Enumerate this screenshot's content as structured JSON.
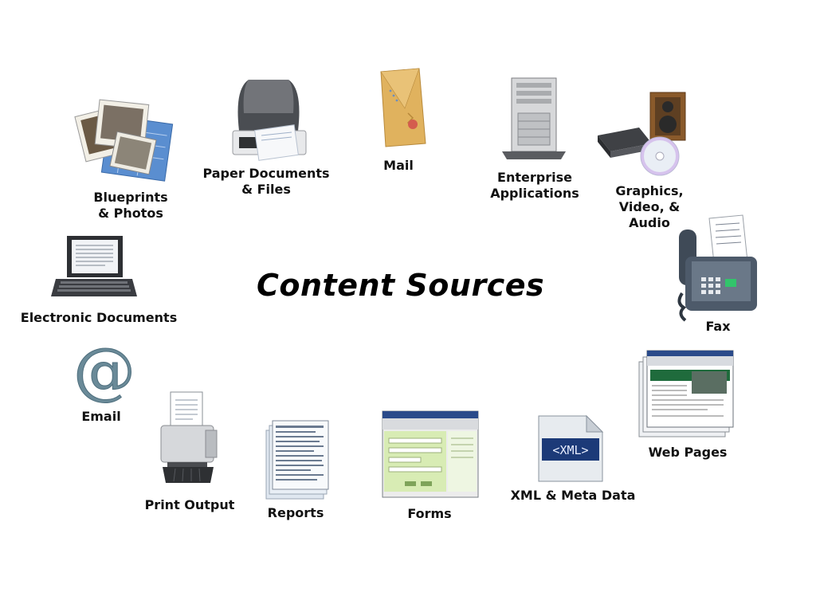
{
  "title": "Content Sources",
  "sources": [
    {
      "id": "blueprints",
      "label": "Blueprints\n& Photos",
      "icon": "photos-icon"
    },
    {
      "id": "paper",
      "label": "Paper Documents\n& Files",
      "icon": "scanner-icon"
    },
    {
      "id": "mail",
      "label": "Mail",
      "icon": "envelope-icon"
    },
    {
      "id": "enterprise",
      "label": "Enterprise\nApplications",
      "icon": "server-icon"
    },
    {
      "id": "graphics",
      "label": "Graphics,\nVideo, &\nAudio",
      "icon": "media-icon"
    },
    {
      "id": "electronic",
      "label": "Electronic Documents",
      "icon": "laptop-icon"
    },
    {
      "id": "fax",
      "label": "Fax",
      "icon": "fax-icon"
    },
    {
      "id": "email",
      "label": "Email",
      "icon": "at-sign-icon"
    },
    {
      "id": "webpages",
      "label": "Web Pages",
      "icon": "browser-windows-icon"
    },
    {
      "id": "print",
      "label": "Print Output",
      "icon": "printer-icon"
    },
    {
      "id": "reports",
      "label": "Reports",
      "icon": "report-stack-icon"
    },
    {
      "id": "forms",
      "label": "Forms",
      "icon": "form-window-icon"
    },
    {
      "id": "xml",
      "label": "XML & Meta Data",
      "icon": "xml-file-icon",
      "icon_text": "<XML>"
    }
  ],
  "colors": {
    "background": "#ffffff",
    "text": "#111111"
  }
}
